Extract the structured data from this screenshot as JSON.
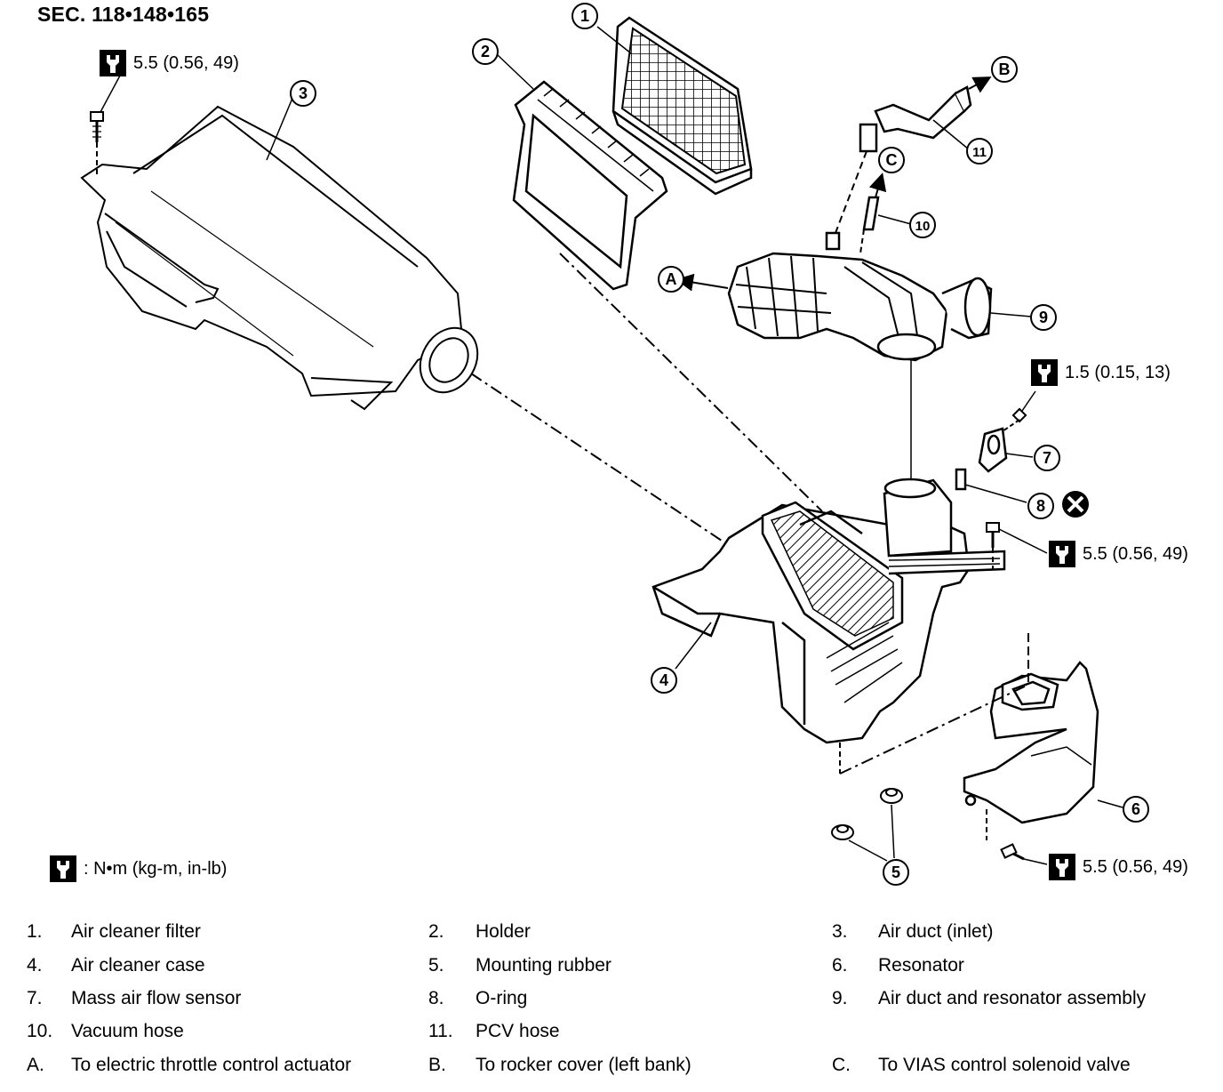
{
  "section_title": "SEC. 118•148•165",
  "torque_specs": [
    {
      "id": "t1",
      "value": "5.5 (0.56, 49)"
    },
    {
      "id": "t2",
      "value": "1.5 (0.15, 13)"
    },
    {
      "id": "t3",
      "value": "5.5 (0.56, 49)"
    },
    {
      "id": "t4",
      "value": "5.5 (0.56, 49)"
    }
  ],
  "unit_key": ": N•m (kg-m, in-lb)",
  "callouts": [
    "1",
    "2",
    "3",
    "4",
    "5",
    "6",
    "7",
    "8",
    "9",
    "10",
    "11",
    "A",
    "B",
    "C"
  ],
  "legend": [
    {
      "num": "1.",
      "text": "Air cleaner filter"
    },
    {
      "num": "2.",
      "text": "Holder"
    },
    {
      "num": "3.",
      "text": "Air duct (inlet)"
    },
    {
      "num": "4.",
      "text": "Air cleaner case"
    },
    {
      "num": "5.",
      "text": "Mounting rubber"
    },
    {
      "num": "6.",
      "text": "Resonator"
    },
    {
      "num": "7.",
      "text": "Mass air flow sensor"
    },
    {
      "num": "8.",
      "text": "O-ring"
    },
    {
      "num": "9.",
      "text": "Air duct and resonator assembly"
    },
    {
      "num": "10.",
      "text": "Vacuum hose"
    },
    {
      "num": "11.",
      "text": "PCV hose"
    },
    {
      "num": "A.",
      "text": "To electric throttle control actuator"
    },
    {
      "num": "B.",
      "text": "To rocker cover (left bank)"
    },
    {
      "num": "C.",
      "text": "To VIAS control solenoid valve"
    }
  ],
  "colors": {
    "ink": "#000000",
    "paper": "#ffffff",
    "shade": "#bdbdbd"
  }
}
